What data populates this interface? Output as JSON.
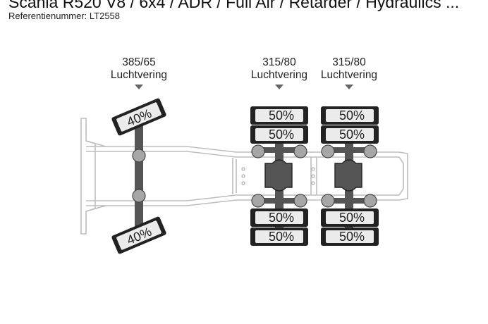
{
  "header": {
    "title": "Scania R520 V8 / 6x4 / ADR / Full Air / Retarder / Hydraulics ...",
    "reference": "Referentienummer: LT2558"
  },
  "axles": [
    {
      "id": "front",
      "tyre_size": "385/65",
      "suspension": "Luchtvering",
      "tyre_left": "40%",
      "tyre_right": "40%"
    },
    {
      "id": "rear-1",
      "tyre_size": "315/80",
      "suspension": "Luchtvering",
      "tyre_left_outer": "50%",
      "tyre_left_inner": "50%",
      "tyre_right_inner": "50%",
      "tyre_right_outer": "50%"
    },
    {
      "id": "rear-2",
      "tyre_size": "315/80",
      "suspension": "Luchtvering",
      "tyre_left_outer": "50%",
      "tyre_left_inner": "50%",
      "tyre_right_inner": "50%",
      "tyre_right_outer": "50%"
    }
  ],
  "colors": {
    "tyre_fill": "#ececec",
    "tyre_outer": "#222222",
    "axle_beam": "#555555",
    "chassis_line": "#bdbdbd",
    "hub_fill": "#a6a6a6",
    "diff_fill": "#555555",
    "marker": "#666666"
  }
}
